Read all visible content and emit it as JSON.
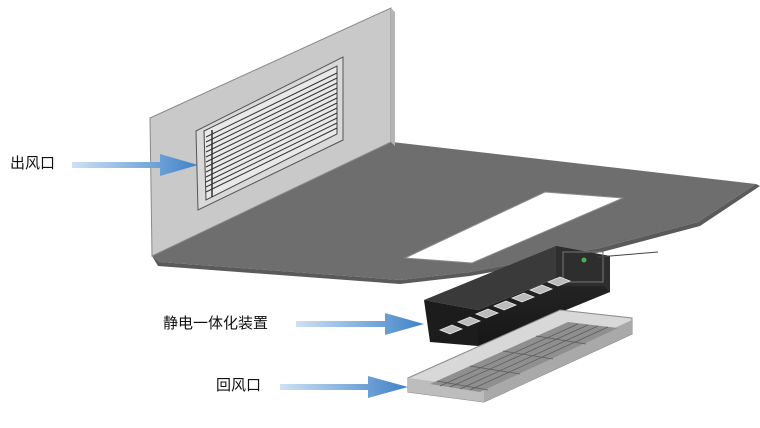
{
  "labels": {
    "outlet": "出风口",
    "device": "静电一体化装置",
    "return": "回风口"
  },
  "colors": {
    "wall": "#c9c9c9",
    "ceiling": "#6e6e6e",
    "device_body": "#222222",
    "grille_frame": "#e6e6e6",
    "arrow": "#4f8fd0",
    "opening": "#ffffff"
  }
}
